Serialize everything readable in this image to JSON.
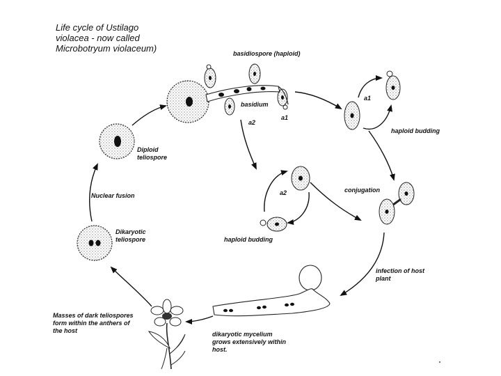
{
  "title": "Life cycle of Ustilago\nviolacea - now called\nMicrobotryum violaceum)",
  "labels": {
    "basidiospore": "basidiospore (haploid)",
    "basidium": "basidium",
    "a2_top": "a2",
    "a1_top": "a1",
    "a1_right": "a1",
    "haploid_budding_right": "haploid budding",
    "diploid_teliospore": "Diploid\nteliospore",
    "a2_middle": "a2",
    "conjugation": "conjugation",
    "nuclear_fusion": "Nuclear fusion",
    "dikaryotic_teliospore": "Dikaryotic\nteliospore",
    "haploid_budding_middle": "haploid budding",
    "infection": "infection of host\nplant",
    "masses": "Masses of dark teliospores\nform within the anthers of\nthe host",
    "mycelium": "dikaryotic mycelium\ngrows extensively within\nhost."
  }
}
